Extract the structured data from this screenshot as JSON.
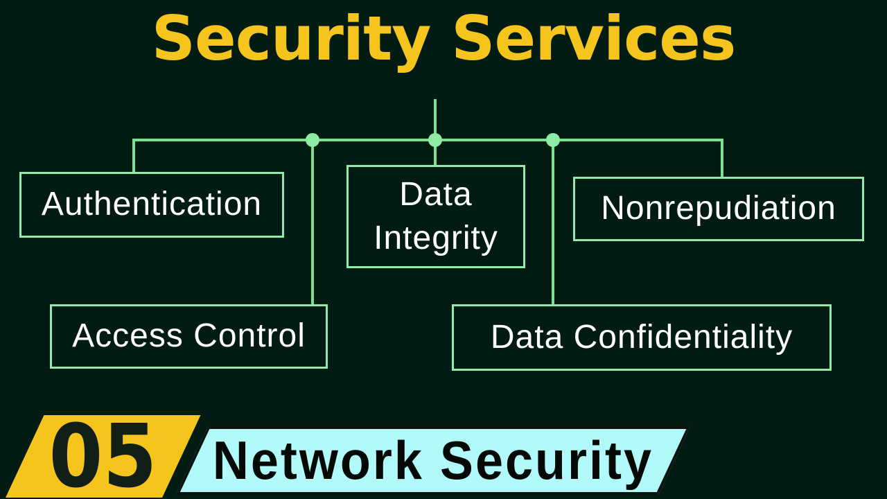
{
  "title": "Security Services",
  "tree": {
    "nodes": [
      {
        "label": "Authentication"
      },
      {
        "label": "Data Integrity"
      },
      {
        "label": "Nonrepudiation"
      },
      {
        "label": "Access Control"
      },
      {
        "label": "Data Confidentiality"
      }
    ]
  },
  "footer": {
    "episode_number": "05",
    "series_title": "Network Security"
  },
  "colors": {
    "background": "#031c13",
    "title_yellow": "#f5c51d",
    "badge_yellow": "#f5c51d",
    "badge_cyan": "#b2fafa",
    "connector_green": "#7ce093",
    "junction_dot_green": "#8deba3",
    "node_border_green": "#93eaac",
    "node_text_white": "#ffffff",
    "badge_text_dark": "#111f17",
    "badge_outline_dark": "#0a120e"
  }
}
